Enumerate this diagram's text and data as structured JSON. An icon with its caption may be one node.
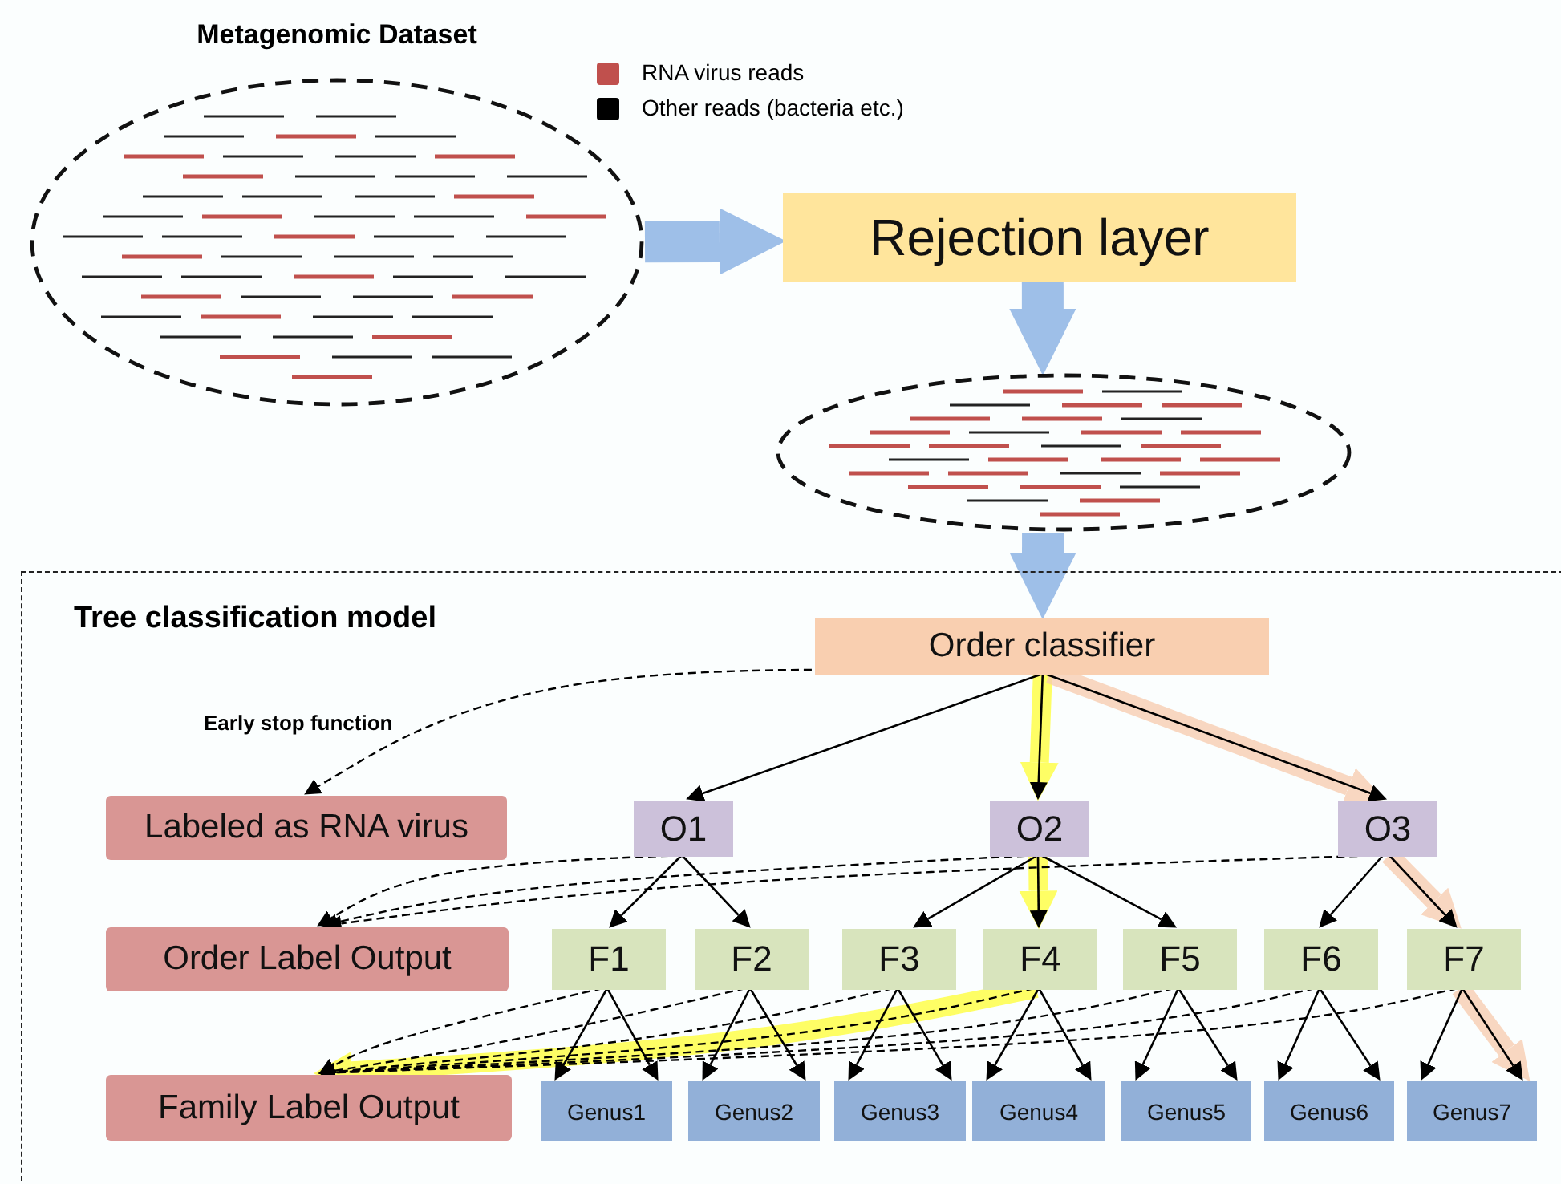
{
  "diagram": {
    "nodes": [
      {
        "text": [
          "Metagenomic Dataset"
        ]
      },
      {
        "text": [
          "Rejection layer"
        ]
      },
      {
        "text": [],
        "shape": "ellipse"
      },
      {
        "text": [
          "Tree classification model"
        ]
      },
      {
        "text": [
          "Order classifier"
        ],
        "in": 3
      },
      {
        "text": [
          "Labeled as RNA virus"
        ],
        "in": 3
      },
      {
        "text": [
          "O1"
        ],
        "in": 3
      },
      {
        "text": [
          "O2"
        ],
        "in": 3
      },
      {
        "text": [
          "O3"
        ],
        "in": 3
      },
      {
        "text": [
          "Order Label Output"
        ],
        "in": 3
      },
      {
        "text": [
          "F1"
        ],
        "in": 3
      },
      {
        "text": [
          "F2"
        ],
        "in": 3
      },
      {
        "text": [
          "F3"
        ],
        "in": 3
      },
      {
        "text": [
          "F4"
        ],
        "in": 3
      },
      {
        "text": [
          "F5"
        ],
        "in": 3
      },
      {
        "text": [
          "F6"
        ],
        "in": 3
      },
      {
        "text": [
          "F7"
        ],
        "in": 3
      },
      {
        "text": [
          "Family Label Output"
        ],
        "in": 3
      },
      {
        "text": [
          "Genus1"
        ],
        "in": 3
      },
      {
        "text": [
          "Genus2"
        ],
        "in": 3
      },
      {
        "text": [
          "Genus3"
        ],
        "in": 3
      },
      {
        "text": [
          "Genus4"
        ],
        "in": 3
      },
      {
        "text": [
          "Genus5"
        ],
        "in": 3
      },
      {
        "text": [
          "Genus6"
        ],
        "in": 3
      },
      {
        "text": [
          "Genus7"
        ],
        "in": 3
      }
    ],
    "edges": [
      {
        "from": 0,
        "to": 1,
        "arrow": "to",
        "style": "thick",
        "color": "#9ebfe8"
      },
      {
        "from": 1,
        "to": 2,
        "arrow": "to",
        "style": "thick",
        "color": "#9ebfe8"
      },
      {
        "from": 2,
        "to": 4,
        "arrow": "to",
        "style": "thick",
        "color": "#9ebfe8"
      },
      {
        "from": 4,
        "to": 5,
        "arrow": "to",
        "style": "dashed",
        "label": "Early stop function"
      },
      {
        "from": 4,
        "to": 7,
        "arrow": "to",
        "style": "thick",
        "color": "#ffff33"
      },
      {
        "from": 4,
        "to": 8,
        "arrow": "to",
        "style": "thick",
        "color": "#f8cbad"
      },
      {
        "from": 4,
        "to": 6,
        "arrow": "to"
      },
      {
        "from": 4,
        "to": 7,
        "arrow": "to"
      },
      {
        "from": 4,
        "to": 8,
        "arrow": "to"
      },
      {
        "from": 6,
        "to": 9,
        "arrow": "to",
        "style": "dashed"
      },
      {
        "from": 7,
        "to": 9,
        "arrow": "to",
        "style": "dashed"
      },
      {
        "from": 8,
        "to": 9,
        "arrow": "to",
        "style": "dashed"
      },
      {
        "from": 7,
        "to": 13,
        "arrow": "to",
        "style": "thick",
        "color": "#ffff33"
      },
      {
        "from": 8,
        "to": 16,
        "arrow": "to",
        "style": "thick",
        "color": "#f8cbad"
      },
      {
        "from": 6,
        "to": 10,
        "arrow": "to"
      },
      {
        "from": 6,
        "to": 11,
        "arrow": "to"
      },
      {
        "from": 7,
        "to": 12,
        "arrow": "to"
      },
      {
        "from": 7,
        "to": 13,
        "arrow": "to"
      },
      {
        "from": 7,
        "to": 14,
        "arrow": "to"
      },
      {
        "from": 8,
        "to": 15,
        "arrow": "to"
      },
      {
        "from": 8,
        "to": 16,
        "arrow": "to"
      },
      {
        "from": 13,
        "to": 17,
        "arrow": "to",
        "style": "thick",
        "color": "#ffff33"
      },
      {
        "from": 16,
        "to": 24,
        "arrow": "to",
        "style": "thick",
        "color": "#f8cbad"
      },
      {
        "from": 10,
        "to": 18,
        "arrow": "to"
      },
      {
        "from": 10,
        "to": 18,
        "arrow": "to"
      },
      {
        "from": 11,
        "to": 19,
        "arrow": "to"
      },
      {
        "from": 11,
        "to": 19,
        "arrow": "to"
      },
      {
        "from": 12,
        "to": 20,
        "arrow": "to"
      },
      {
        "from": 12,
        "to": 20,
        "arrow": "to"
      },
      {
        "from": 13,
        "to": 21,
        "arrow": "to"
      },
      {
        "from": 13,
        "to": 21,
        "arrow": "to"
      },
      {
        "from": 14,
        "to": 22,
        "arrow": "to"
      },
      {
        "from": 14,
        "to": 22,
        "arrow": "to"
      },
      {
        "from": 15,
        "to": 23,
        "arrow": "to"
      },
      {
        "from": 15,
        "to": 23,
        "arrow": "to"
      },
      {
        "from": 16,
        "to": 24,
        "arrow": "to"
      },
      {
        "from": 16,
        "to": 24,
        "arrow": "to"
      },
      {
        "from": 10,
        "to": 17,
        "arrow": "to",
        "style": "dashed"
      },
      {
        "from": 11,
        "to": 17,
        "arrow": "to",
        "style": "dashed"
      },
      {
        "from": 12,
        "to": 17,
        "arrow": "to",
        "style": "dashed"
      },
      {
        "from": 13,
        "to": 17,
        "arrow": "to",
        "style": "dashed"
      },
      {
        "from": 14,
        "to": 17,
        "arrow": "to",
        "style": "dashed"
      },
      {
        "from": 15,
        "to": 17,
        "arrow": "to",
        "style": "dashed"
      },
      {
        "from": 16,
        "to": 17,
        "arrow": "to",
        "style": "dashed"
      }
    ],
    "legend": [
      {
        "text": "RNA virus reads",
        "color": "#c0504d"
      },
      {
        "text": "Other reads (bacteria etc.)",
        "color": "#000000"
      }
    ]
  }
}
